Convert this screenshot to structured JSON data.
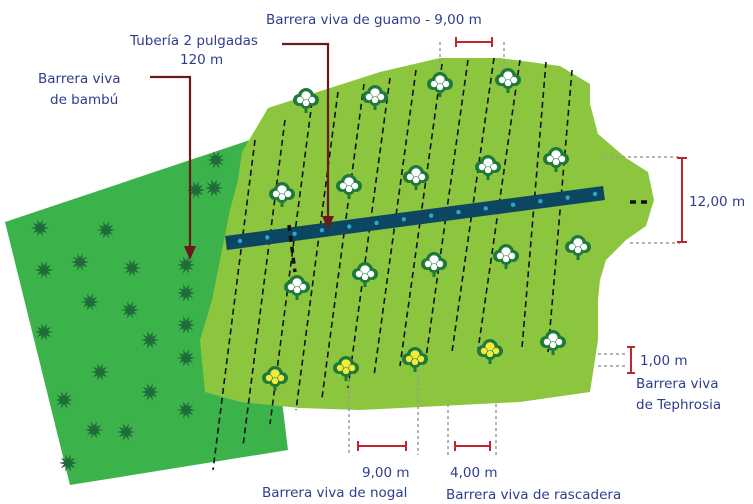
{
  "labels": {
    "guamo_title": "Barrera viva de guamo - 9,00 m",
    "tuberia_line1": "Tubería 2 pulgadas",
    "tuberia_line2": "120 m",
    "bambu_line1": "Barrera viva",
    "bambu_line2": "de bambú",
    "dim_right": "12,00 m",
    "dim_tephrosia_value": "1,00 m",
    "tephrosia_line1": "Barrera viva",
    "tephrosia_line2": "de Tephrosia",
    "dim_nogal_value": "9,00 m",
    "nogal_label": "Barrera viva de nogal",
    "dim_rascadera_value": "4,00 m",
    "rascadera_label": "Barrera viva de rascadera"
  },
  "colors": {
    "dark_field": "#3cb34a",
    "light_field": "#8cc63f",
    "pipe": "#0d4660",
    "pipe_dot": "#2ea8c8",
    "arrow": "#6b1a1a",
    "dimension_red": "#c1272d",
    "label_text": "#2e3d8f",
    "guide_gray": "#9a9a9a",
    "bambu_plant": "#1f6b3a",
    "tree_green": "#1f7a3a",
    "tree_yellow": "#f3ea3a"
  },
  "icons": {
    "bambu": "bamboo-plant-icon",
    "tree": "tree-icon",
    "flowering_tree": "flowering-tree-icon"
  }
}
